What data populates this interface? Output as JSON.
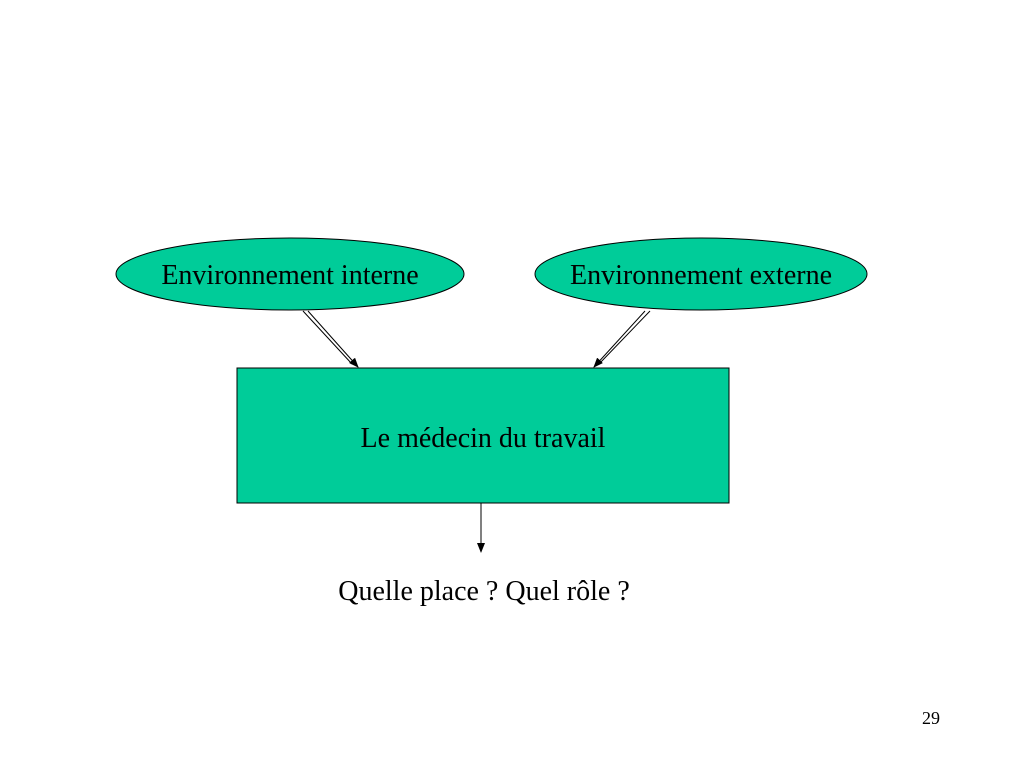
{
  "diagram": {
    "nodes": {
      "internal": {
        "label": "Environnement interne",
        "shape": "ellipse"
      },
      "external": {
        "label": "Environnement externe",
        "shape": "ellipse"
      },
      "doctor": {
        "label": "Le médecin du travail",
        "shape": "rectangle"
      }
    },
    "edges": [
      {
        "from": "internal",
        "to": "doctor",
        "style": "double-line-arrow"
      },
      {
        "from": "external",
        "to": "doctor",
        "style": "double-line-arrow"
      },
      {
        "from": "doctor",
        "to": "question",
        "style": "arrow"
      }
    ],
    "question": "Quelle place ? Quel rôle ?"
  },
  "slide_number": "29",
  "colors": {
    "node_fill": "#00cc99",
    "stroke": "#000000",
    "background": "#ffffff"
  }
}
